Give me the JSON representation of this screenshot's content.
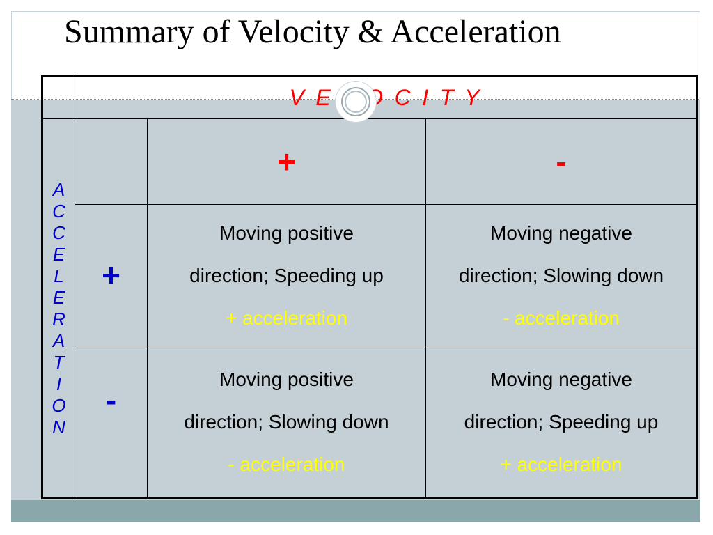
{
  "title": "Summary of Velocity & Acceleration",
  "table": {
    "velocity_header": "V E L O C I T Y",
    "acceleration_letters": [
      "A",
      "C",
      "C",
      "E",
      "L",
      "E",
      "R",
      "A",
      "T",
      "I",
      "O",
      "N"
    ],
    "column_signs": [
      "+",
      "-"
    ],
    "rows": [
      {
        "sign": "+",
        "cells": [
          {
            "line1": "Moving positive",
            "line2": "direction; Speeding up",
            "accel": "+ acceleration"
          },
          {
            "line1": "Moving negative",
            "line2": "direction; Slowing down",
            "accel": "- acceleration"
          }
        ]
      },
      {
        "sign": "-",
        "cells": [
          {
            "line1": "Moving positive",
            "line2": "direction; Slowing down",
            "accel": "- acceleration"
          },
          {
            "line1": "Moving negative",
            "line2": "direction; Speeding up",
            "accel": "+ acceleration"
          }
        ]
      }
    ]
  },
  "colors": {
    "velocity_header": "#ff0000",
    "acceleration_label": "#0000cc",
    "acceleration_value": "#ffff00",
    "band": "#c5d0d6",
    "footer": "#8aa8ac"
  }
}
